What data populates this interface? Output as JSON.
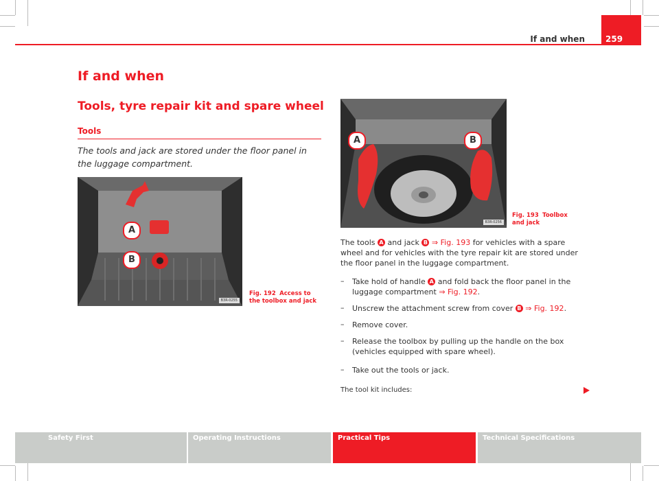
{
  "header": {
    "section": "If and when",
    "page_number": "259"
  },
  "headings": {
    "h1": "If and when",
    "h2": "Tools, tyre repair kit and spare wheel",
    "h3": "Tools"
  },
  "intro": "The tools and jack are stored under the floor panel in the luggage compartment.",
  "fig192": {
    "caption_num": "Fig. 192",
    "caption_text": "Access to the toolbox and jack",
    "code": "B3R-0255",
    "label_a": "A",
    "label_b": "B"
  },
  "fig193": {
    "caption_num": "Fig. 193",
    "caption_text": "Toolbox and jack",
    "code": "B3R-0256",
    "label_a": "A",
    "label_b": "B"
  },
  "body": {
    "p1_a": "The tools",
    "p1_b": "and jack",
    "p1_ref": "⇒ Fig. 193",
    "p1_c": "for vehicles with a spare wheel and for vehicles with the tyre repair kit are stored under the floor panel in the luggage compartment.",
    "badge_a": "A",
    "badge_b": "B",
    "steps": [
      {
        "dash": "–",
        "pre": "Take hold of handle",
        "badge": "A",
        "post": "and fold back the floor panel in the luggage compartment",
        "ref": "⇒ Fig. 192",
        "end": "."
      },
      {
        "dash": "–",
        "pre": "Unscrew the attachment screw from cover",
        "badge": "B",
        "ref": "⇒ Fig. 192",
        "end": "."
      },
      {
        "dash": "–",
        "text": "Remove cover."
      },
      {
        "dash": "–",
        "text": "Release the toolbox by pulling up the handle on the box (vehicles equipped with spare wheel)."
      },
      {
        "dash": "–",
        "text": "Take out the tools or jack."
      }
    ],
    "tail": "The tool kit includes:"
  },
  "footer": {
    "tabs": [
      {
        "label": "Safety First",
        "active": false
      },
      {
        "label": "Operating Instructions",
        "active": false
      },
      {
        "label": "Practical Tips",
        "active": true
      },
      {
        "label": "Technical Specifications",
        "active": false
      }
    ]
  },
  "colors": {
    "accent": "#ee1c25",
    "tab_inactive": "#c9ccc9"
  }
}
